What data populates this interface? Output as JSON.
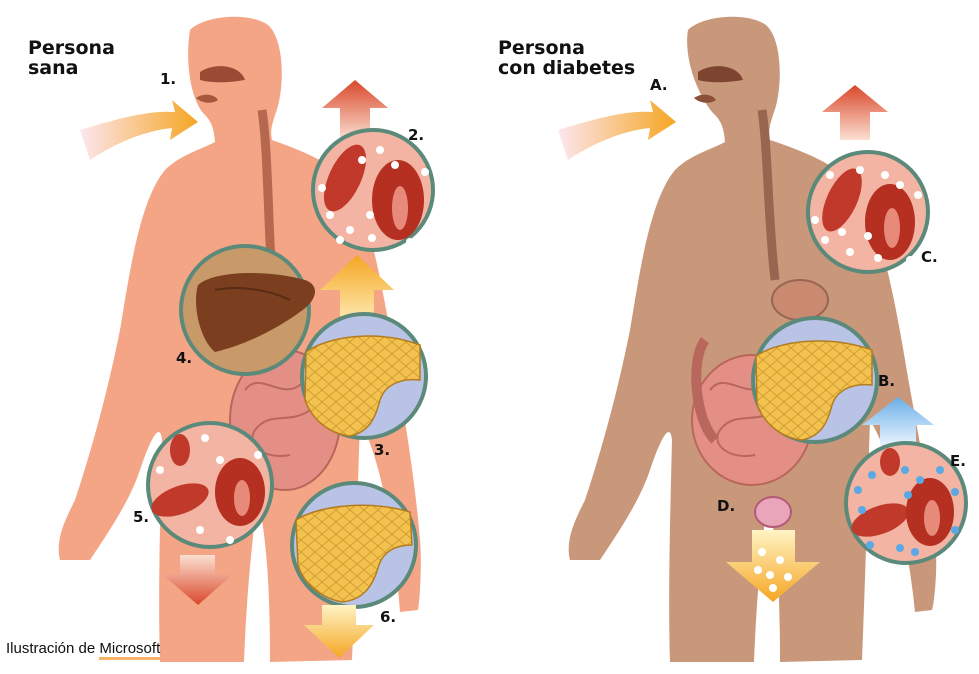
{
  "panels": {
    "healthy": {
      "title": "Persona\nsana",
      "labels": [
        "1.",
        "2.",
        "3.",
        "4.",
        "5.",
        "6."
      ]
    },
    "diabetes": {
      "title": "Persona\ncon diabetes",
      "labels": [
        "A.",
        "B.",
        "C.",
        "D.",
        "E."
      ]
    }
  },
  "credit": {
    "prefix": "Ilustración de",
    "brand": "Microsoft"
  },
  "colors": {
    "healthy_body": "#f4a585",
    "diabetes_body": "#c9987a",
    "blood": "#c0392b",
    "pancreas": "#f0c24b",
    "liver": "#7b3f20",
    "arrow_orange": "#f5a623",
    "arrow_red": "#e0522a",
    "arrow_blue": "#7fb8e8"
  }
}
